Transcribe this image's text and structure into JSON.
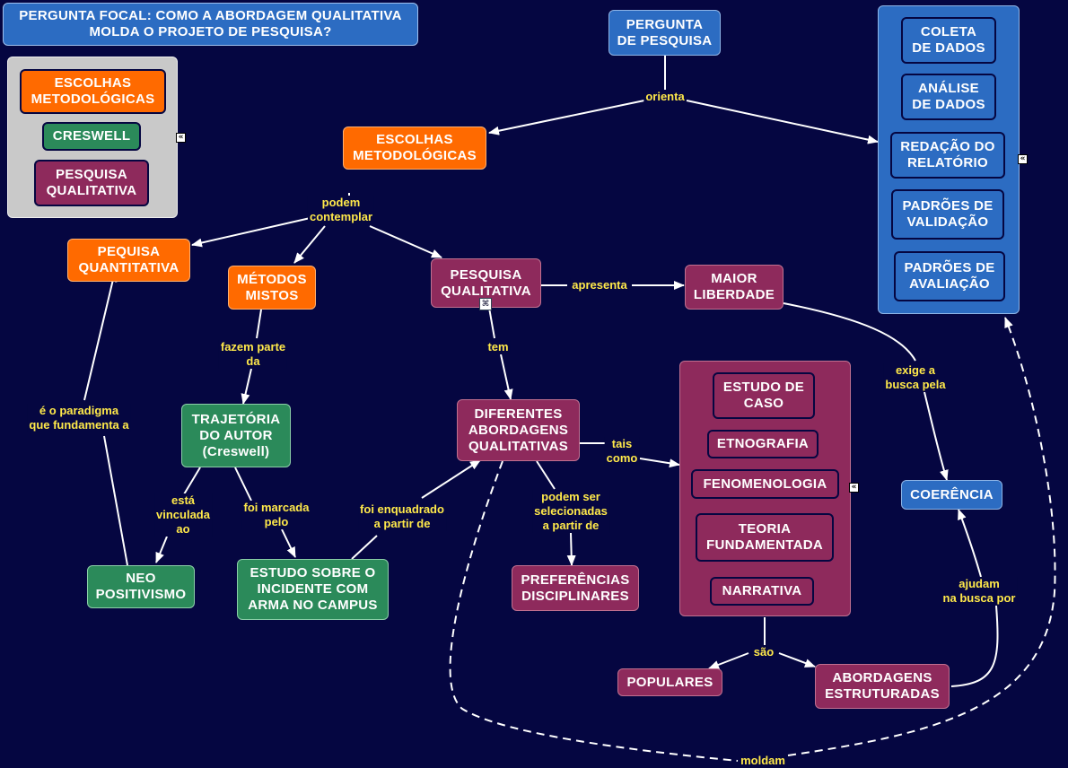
{
  "focus_question": "PERGUNTA FOCAL: COMO A ABORDAGEM QUALITATIVA\nMOLDA O PROJETO DE PESQUISA?",
  "legend": {
    "items": [
      "ESCOLHAS\nMETODOLÓGICAS",
      "CRESWELL",
      "PESQUISA\nQUALITATIVA"
    ]
  },
  "concepts": {
    "pergunta": "PERGUNTA\nDE PESQUISA",
    "escolhas": "ESCOLHAS\nMETODOLÓGICAS",
    "quantitativa": "PEQUISA\nQUANTITATIVA",
    "mistos": "MÉTODOS\nMISTOS",
    "qualitativa": "PESQUISA\nQUALITATIVA",
    "maior_liberdade": "MAIOR\nLIBERDADE",
    "trajetoria": "TRAJETÓRIA\nDO AUTOR\n(Creswell)",
    "neo": "NEO\nPOSITIVISMO",
    "estudo_incidente": "ESTUDO SOBRE O\nINCIDENTE COM\nARMA NO CAMPUS",
    "diferentes": "DIFERENTES\nABORDAGENS\nQUALITATIVAS",
    "preferencias": "PREFERÊNCIAS\nDISCIPLINARES",
    "coerencia": "COERÊNCIA",
    "populares": "POPULARES",
    "estruturadas": "ABORDAGENS\nESTRUTURADAS"
  },
  "process_group": [
    "COLETA\nDE DADOS",
    "ANÁLISE\nDE DADOS",
    "REDAÇÃO DO\nRELATÓRIO",
    "PADRÕES DE\nVALIDAÇÃO",
    "PADRÕES DE\nAVALIAÇÃO"
  ],
  "approaches_group": [
    "ESTUDO DE\nCASO",
    "ETNOGRAFIA",
    "FENOMENOLOGIA",
    "TEORIA\nFUNDAMENTADA",
    "NARRATIVA"
  ],
  "link_labels": {
    "orienta": "orienta",
    "podem_contemplar": "podem\ncontemplar",
    "apresenta": "apresenta",
    "fazem_parte": "fazem parte\nda",
    "tem": "tem",
    "exige": "exige a\nbusca pela",
    "paradigma": "é o paradigma\nque fundamenta a",
    "tais_como": "tais\ncomo",
    "esta_vinculada": "está\nvinculada\nao",
    "foi_marcada": "foi marcada\npelo",
    "foi_enquadrado": "foi enquadrado\na partir de",
    "podem_ser": "podem ser\nselecionadas\na partir de",
    "ajudam": "ajudam\nna busca por",
    "sao": "são",
    "moldam": "moldam"
  },
  "colors": {
    "background": "#050641",
    "orange": "#ff6a00",
    "purple": "#8e2a5c",
    "green": "#2b8a5a",
    "blue": "#2c6cc2",
    "label": "#ffe94a"
  }
}
